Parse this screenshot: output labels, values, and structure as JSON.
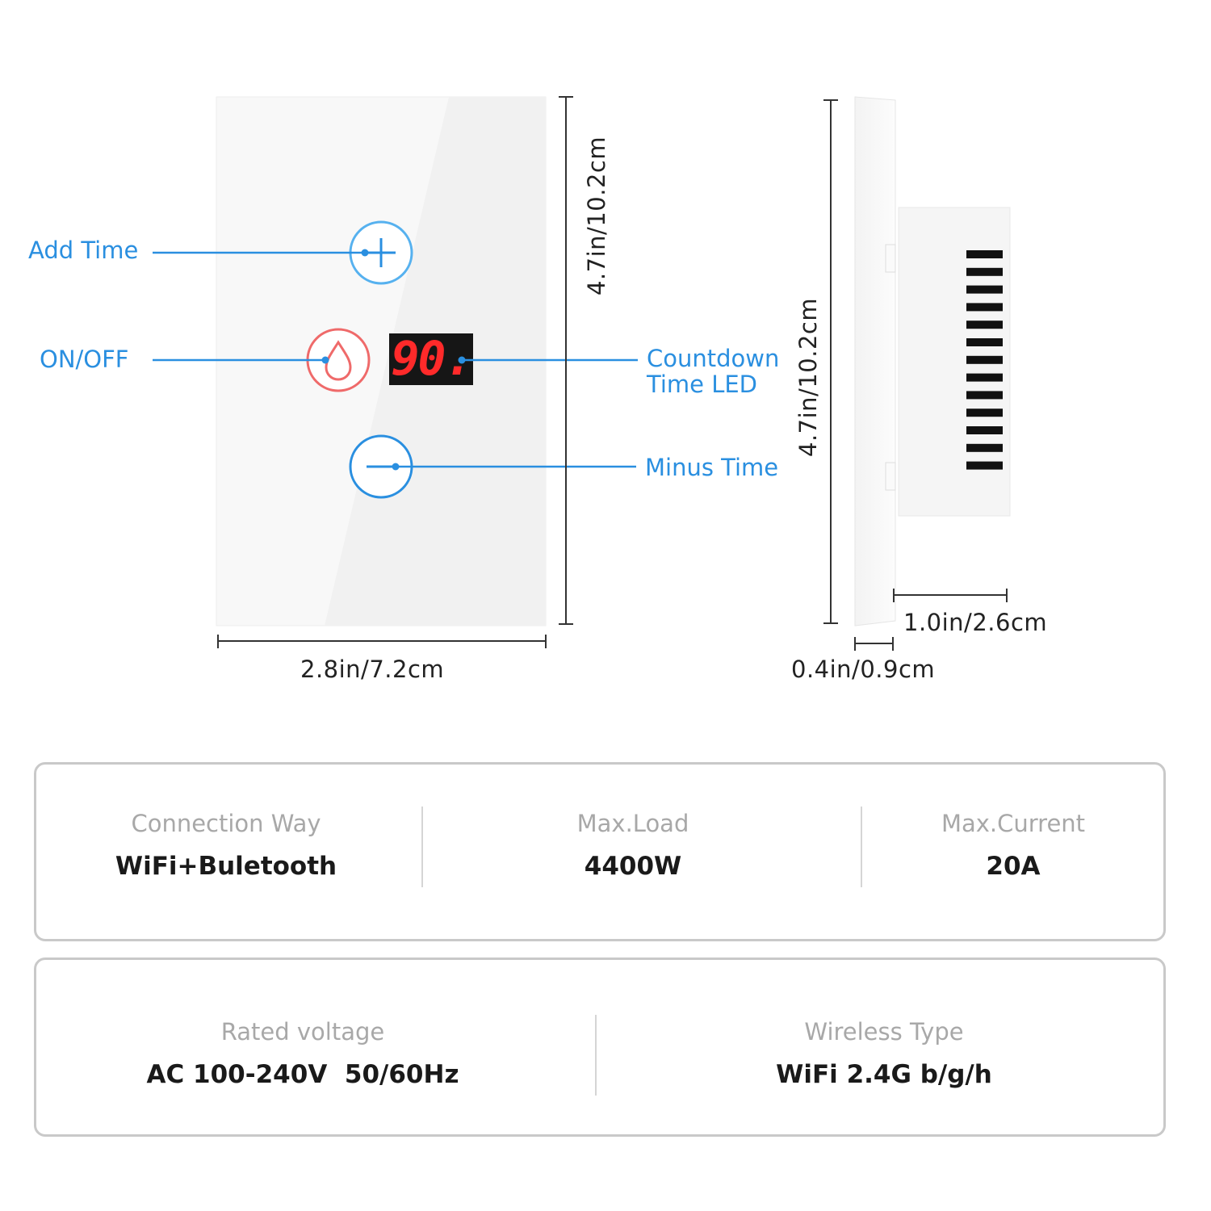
{
  "front_view": {
    "labels": {
      "add_time": "Add Time",
      "on_off": "ON/OFF",
      "countdown_line1": "Countdown",
      "countdown_line2": "Time LED",
      "minus_time": "Minus Time"
    },
    "led_display": "90.",
    "width_dim": "2.8in/7.2cm",
    "height_dim": "4.7in/10.2cm"
  },
  "side_view": {
    "height_dim": "4.7in/10.2cm",
    "depth_dim": "1.0in/2.6cm",
    "plate_dim": "0.4in/0.9cm"
  },
  "specs_row1": [
    {
      "label": "Connection Way",
      "value": "WiFi+Buletooth"
    },
    {
      "label": "Max.Load",
      "value": "4400W"
    },
    {
      "label": "Max.Current",
      "value": "20A"
    }
  ],
  "specs_row2": [
    {
      "label": "Rated voltage",
      "value": "AC 100-240V  50/60Hz"
    },
    {
      "label": "Wireless Type",
      "value": "WiFi 2.4G b/g/h"
    }
  ],
  "colors": {
    "accent_blue": "#2a8fe0",
    "onoff_red": "#ef6a6a",
    "led_red": "#ff2a2a"
  }
}
